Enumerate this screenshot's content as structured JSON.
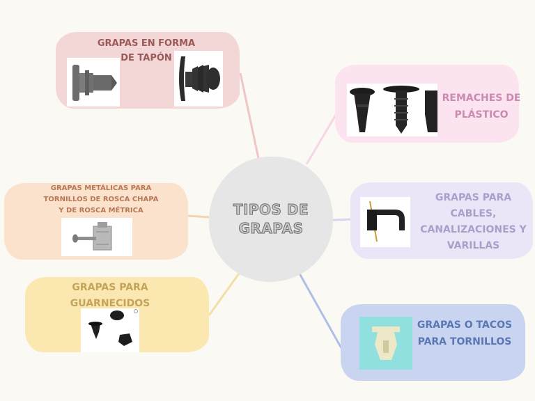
{
  "center": {
    "title": "TIPOS DE\nGRAPAS"
  },
  "colors": {
    "background": "#fbf9f3",
    "center": "#e6e6e6",
    "tapon": "#f3d6d6",
    "remaches": "#fbe3ef",
    "metalicas": "#fae2cc",
    "cables": "#ece5f8",
    "guarnecidos": "#fbe8b0",
    "tornillos": "#c9d5f0"
  },
  "nodes": {
    "tapon": {
      "label": "GRAPAS EN FORMA\nDE TAPÓN",
      "icon": "plug-clip-icon"
    },
    "remaches": {
      "label": "REMACHES DE\nPLÁSTICO",
      "icon": "plastic-rivet-icon"
    },
    "metalicas": {
      "label": "GRAPAS METÁLICAS PARA\nTORNILLOS DE ROSCA CHAPA\nY DE ROSCA MÉTRICA",
      "icon": "metal-clip-icon"
    },
    "cables": {
      "label": "GRAPAS PARA CABLES,\nCANALIZACIONES Y\nVARILLAS",
      "icon": "cable-clip-icon"
    },
    "guarnecidos": {
      "label": "GRAPAS PARA\nGUARNECIDOS",
      "icon": "trim-clip-icon"
    },
    "tornillos": {
      "label": "GRAPAS O TACOS\nPARA TORNILLOS",
      "icon": "screw-anchor-icon"
    }
  }
}
